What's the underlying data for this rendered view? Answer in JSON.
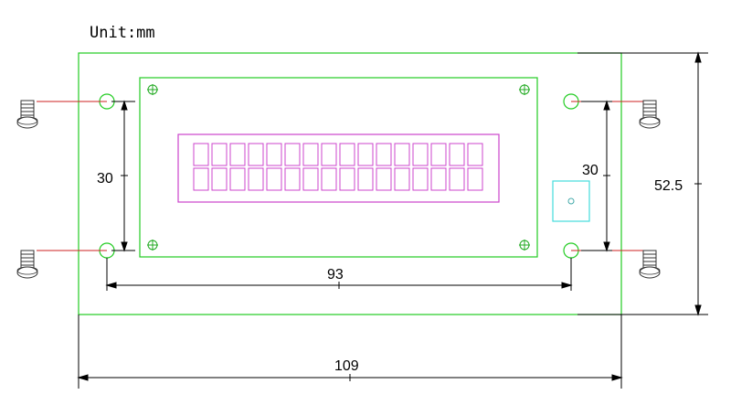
{
  "unit_label": "Unit:mm",
  "dimensions": {
    "inner_height": "30",
    "inner_height_right": "30",
    "hole_spacing": "93",
    "board_height": "52.5",
    "board_width": "109"
  },
  "colors": {
    "board_outline": "#22cc22",
    "display_window": "#cc44cc",
    "backlight": "#44dddd",
    "screw_lead": "#cc2222",
    "dimension": "#000000"
  },
  "display": {
    "rows": 2,
    "columns": 16
  },
  "icons": [
    "screw-icon",
    "crosshair-icon",
    "mounting-hole-icon"
  ]
}
